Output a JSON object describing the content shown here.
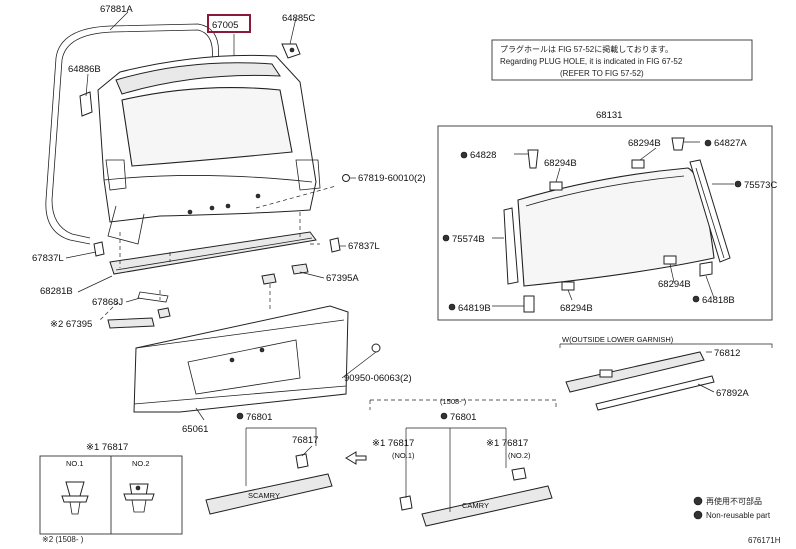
{
  "diagram": {
    "highlighted_part": "67005",
    "part_numbers": {
      "p67881A": "67881A",
      "p67005": "67005",
      "p64885C": "64885C",
      "p64886B": "64886B",
      "p67819": "67819-60010(2)",
      "p67837L_right": "67837L",
      "p67837L_left": "67837L",
      "p67395A": "67395A",
      "p68281B": "68281B",
      "p67868J": "67868J",
      "p67395_star": "※2 67395",
      "p90950": "90950-06063(2)",
      "p65061": "65061",
      "p76801_left": "76801",
      "p76817_left": "76817",
      "p76801_mid": "76801",
      "p76817_no1": "※1 76817",
      "p76817_no1_sub": "(NO.1)",
      "p76817_no2": "※1 76817",
      "p76817_no2_sub": "(NO.2)",
      "p68131": "68131",
      "p64828": "64828",
      "p68294B_a": "68294B",
      "p68294B_b": "68294B",
      "p64827A": "64827A",
      "p75573C": "75573C",
      "p75574B": "75574B",
      "p68294B_c": "68294B",
      "p64819B": "64819B",
      "p68294B_d": "68294B",
      "p64818B": "64818B",
      "p76812": "76812",
      "p67892A": "67892A"
    },
    "notes": {
      "plug_line1": "プラグホールは FIG 57-52に掲載しております。",
      "plug_line2": "Regarding PLUG HOLE, it is indicated in FIG 67-52",
      "plug_line3": "(REFER TO FIG 57-52)",
      "garnish_header": "W(OUTSIDE LOWER GARNISH)",
      "date_range_1": "(1508- )",
      "inset_title": "※1 76817",
      "inset_no1": "NO.1",
      "inset_no2": "NO.2",
      "footnote_date": "※2 (1508- )",
      "legend_nonreusable_jp": "再使用不可部品",
      "legend_nonreusable_en": "Non-reusable part",
      "figure_code": "676171H"
    }
  }
}
